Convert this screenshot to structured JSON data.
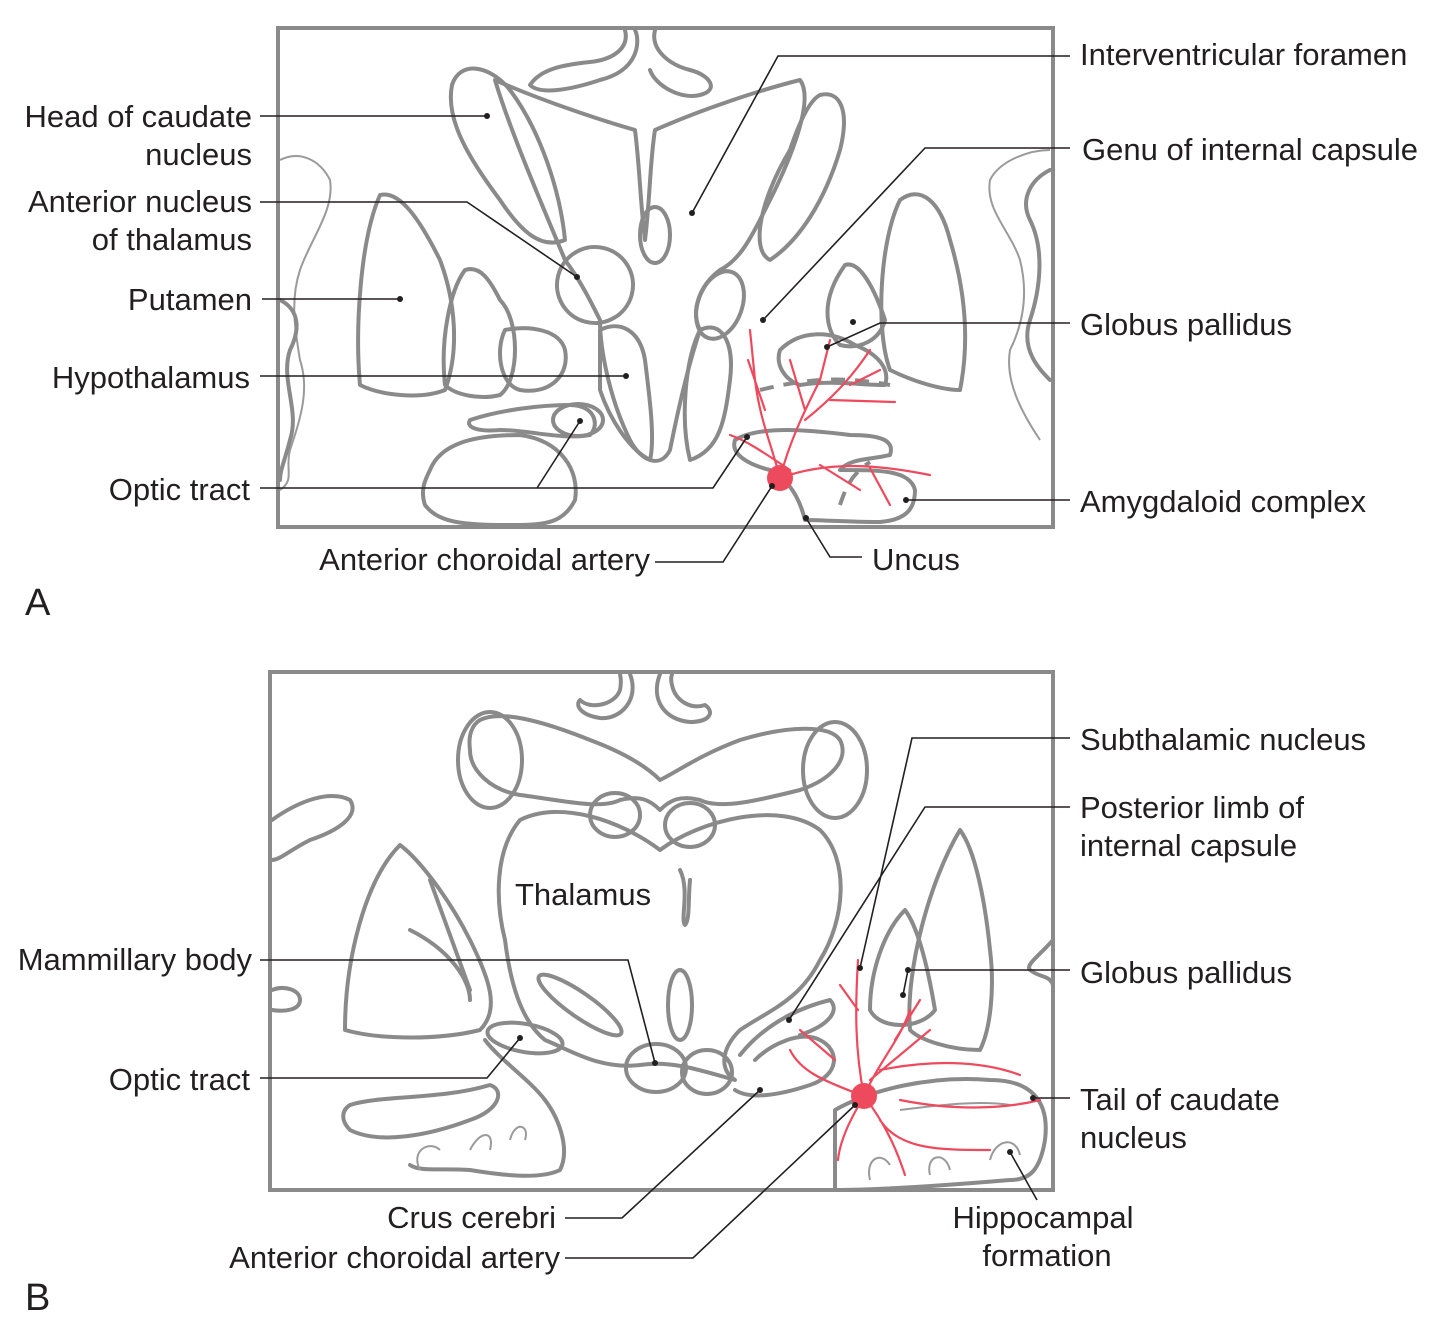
{
  "panel_a": {
    "letter": "A",
    "labels": {
      "interventricular_foramen": "Interventricular foramen",
      "head_caudate_1": "Head of caudate",
      "head_caudate_2": "nucleus",
      "genu_internal_capsule": "Genu of internal capsule",
      "anterior_nucleus_1": "Anterior nucleus",
      "anterior_nucleus_2": "of thalamus",
      "putamen": "Putamen",
      "globus_pallidus": "Globus pallidus",
      "hypothalamus": "Hypothalamus",
      "optic_tract": "Optic tract",
      "amygdaloid_complex": "Amygdaloid complex",
      "anterior_choroidal_artery": "Anterior choroidal artery",
      "uncus": "Uncus"
    }
  },
  "panel_b": {
    "letter": "B",
    "labels": {
      "subthalamic_nucleus": "Subthalamic nucleus",
      "posterior_limb_1": "Posterior limb of",
      "posterior_limb_2": "internal capsule",
      "thalamus": "Thalamus",
      "mammillary_body": "Mammillary body",
      "globus_pallidus": "Globus pallidus",
      "optic_tract": "Optic tract",
      "tail_caudate_1": "Tail of caudate",
      "tail_caudate_2": "nucleus",
      "crus_cerebri": "Crus cerebri",
      "anterior_choroidal_artery": "Anterior choroidal artery",
      "hippocampal_1": "Hippocampal",
      "hippocampal_2": "formation"
    }
  },
  "colors": {
    "artery": "#ee4a5d",
    "outline": "#8a8a8a",
    "text": "#231f20"
  }
}
